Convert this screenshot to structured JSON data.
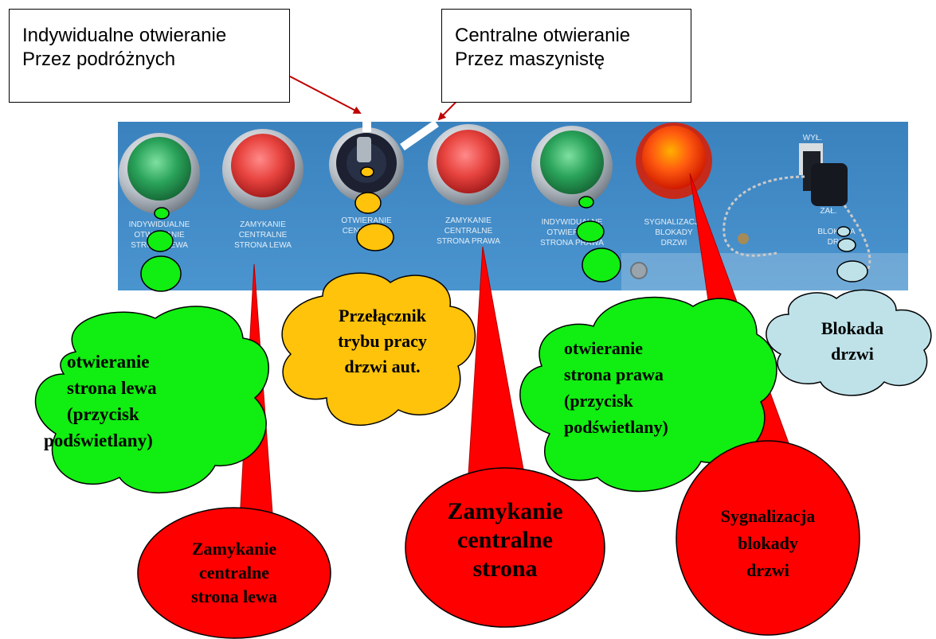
{
  "label_boxes": {
    "individual_line1": "Indywidualne otwieranie",
    "individual_line2": "Przez podróżnych",
    "central_line1": "Centralne otwieranie",
    "central_line2": "Przez maszynistę"
  },
  "panel_labels": {
    "left_open": [
      "INDYWIDUALNE",
      "OTWIERANIE",
      "STRONA LEWA"
    ],
    "left_close": [
      "ZAMYKANIE",
      "CENTRALNE",
      "STRONA LEWA"
    ],
    "switch": [
      "OTWIERANIE",
      "CENTRALNE"
    ],
    "right_close": [
      "ZAMYKANIE",
      "CENTRALNE",
      "STRONA PRAWA"
    ],
    "right_open": [
      "INDYWIDUALNE",
      "OTWIERANIE",
      "STRONA PRAWA"
    ],
    "signal": [
      "SYGNALIZACJA",
      "BLOKADY",
      "DRZWI"
    ],
    "lock_off": "WYŁ.",
    "lock_on": "ZAŁ.",
    "lock_label": [
      "BLOKADA",
      "DRZWI"
    ]
  },
  "callouts": {
    "left_open": [
      "otwieranie",
      "strona lewa",
      "(przycisk",
      "podświetlany)"
    ],
    "mode_switch": [
      "Przełącznik",
      "trybu pracy",
      "drzwi aut."
    ],
    "right_open": [
      "otwieranie",
      "strona prawa",
      "(przycisk",
      "podświetlany)"
    ],
    "door_lock": [
      "Blokada",
      "drzwi"
    ],
    "left_close": [
      "Zamykanie",
      "centralne",
      "strona lewa"
    ],
    "right_close": [
      "Zamykanie",
      "centralne",
      "strona"
    ],
    "signal": [
      "Sygnalizacja",
      "blokady",
      "drzwi"
    ]
  },
  "colors": {
    "panel": "#3f89c4",
    "green_cloud": "#11ee11",
    "yellow_cloud": "#ffc30b",
    "blue_cloud": "#bfe2e9",
    "red_callout": "#ff0000",
    "arrow": "#c00000"
  }
}
